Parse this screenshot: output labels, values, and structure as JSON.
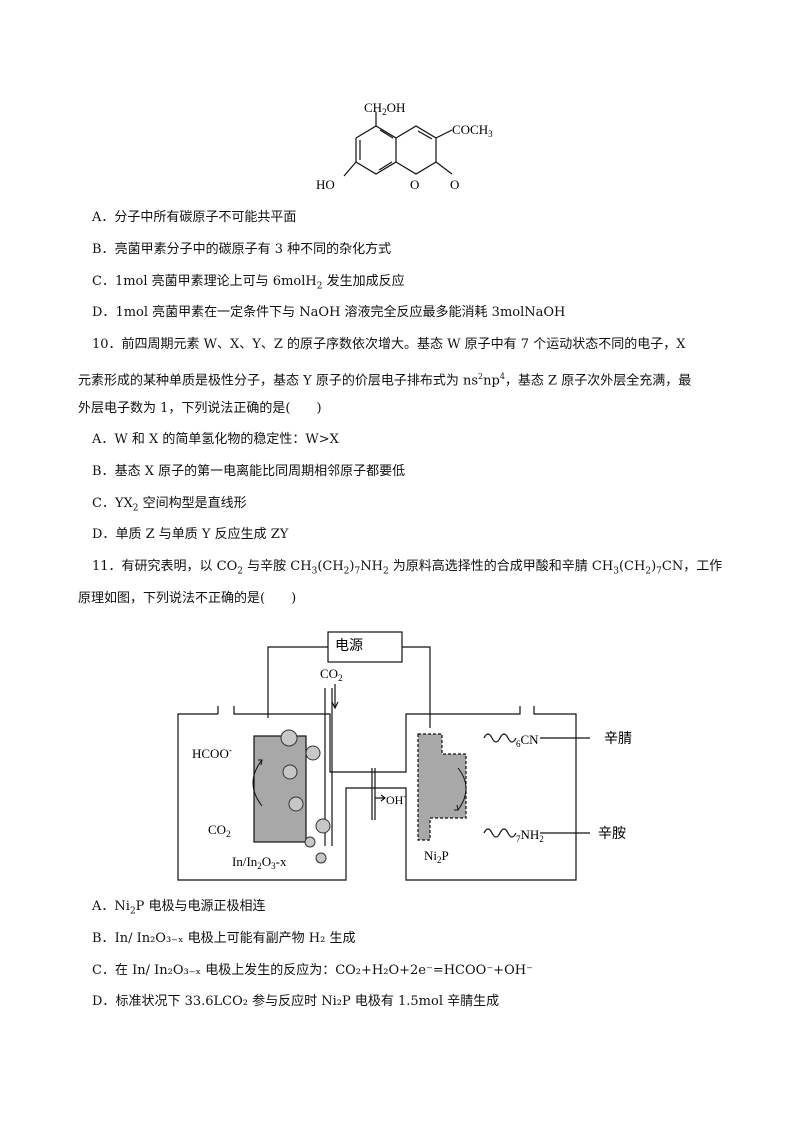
{
  "q9": {
    "structure": {
      "top_group": "CH",
      "top_group_sub": "2",
      "top_group_tail": "OH",
      "right_group": "COCH",
      "right_group_sub": "3",
      "left_group": "HO",
      "ring_o": "O",
      "carbonyl_o": "O"
    },
    "options": [
      {
        "letter": "A．",
        "text": "分子中所有碳原子不可能共平面"
      },
      {
        "letter": "B．",
        "text": "亮菌甲素分子中的碳原子有 3 种不同的杂化方式"
      },
      {
        "letter": "C．",
        "pre": "1mol 亮菌甲素理论上可与 6molH",
        "sub": "2",
        "post": " 发生加成反应"
      },
      {
        "letter": "D．",
        "text": "1mol 亮菌甲素在一定条件下与 NaOH 溶液完全反应最多能消耗 3molNaOH"
      }
    ]
  },
  "q10": {
    "line1_pre": "10．前四周期元素 W、X、Y、Z 的原子序数依次增大。基态 W 原子中有 7 个运动状态不同的电子，X",
    "line2_pre": "元素形成的某种单质是极性分子，基态 Y 原子的价层电子排布式为 ns",
    "line2_sup1": "2",
    "line2_mid": "np",
    "line2_sup2": "4",
    "line2_post": "，基态 Z 原子次外层全充满，最",
    "line3": "外层电子数为 1，下列说法正确的是(　　)",
    "options": [
      {
        "letter": "A．",
        "text": "W 和 X 的简单氢化物的稳定性：W>X"
      },
      {
        "letter": "B．",
        "text": "基态 X 原子的第一电离能比同周期相邻原子都要低"
      },
      {
        "letter": "C．",
        "pre": "YX",
        "sub": "2",
        "post": " 空间构型是直线形"
      },
      {
        "letter": "D．",
        "text": "单质 Z 与单质 Y 反应生成 ZY"
      }
    ]
  },
  "q11": {
    "line1_a": "11．有研究表明，以 CO",
    "line1_sub1": "2",
    "line1_b": " 与辛胺 CH",
    "line1_sub2": "3",
    "line1_c": "(CH",
    "line1_sub3": "2",
    "line1_d": ")",
    "line1_sub4": "7",
    "line1_e": "NH",
    "line1_sub5": "2",
    "line1_f": " 为原料高选择性的合成甲酸和辛腈 CH",
    "line1_sub6": "3",
    "line1_g": "(CH",
    "line1_sub7": "2",
    "line1_h": ")",
    "line1_sub8": "7",
    "line1_i": "CN，工作",
    "line2": "原理如图，下列说法不正确的是(　　)",
    "diagram": {
      "power": "电源",
      "co2_top": "CO",
      "co2_top_sub": "2",
      "hcoo": "HCOO",
      "hcoo_sup": "-",
      "co2_left": "CO",
      "co2_left_sub": "2",
      "electrode_left": "In/In",
      "electrode_left_sub1": "2",
      "electrode_left_mid": "O",
      "electrode_left_sub2": "3",
      "electrode_left_tail": "-x",
      "oh": "OH",
      "oh_sup": "-",
      "ni2p": "Ni",
      "ni2p_sub": "2",
      "ni2p_tail": "P",
      "cn_sub": "6",
      "cn": "CN",
      "nh2_sub": "7",
      "nh2": "NH",
      "nh2_sub2": "2",
      "label_nitrile": "辛腈",
      "label_amine": "辛胺"
    },
    "options": [
      {
        "letter": "A．",
        "pre": "Ni",
        "sub": "2",
        "post": "P 电极与电源正极相连"
      },
      {
        "letter": "B．",
        "text": "In/ In₂O₃₋ₓ 电极上可能有副产物 H₂ 生成"
      },
      {
        "letter": "C．",
        "text": "在 In/ In₂O₃₋ₓ 电极上发生的反应为：CO₂+H₂O+2e⁻=HCOO⁻+OH⁻"
      },
      {
        "letter": "D．",
        "text": "标准状况下 33.6LCO₂ 参与反应时 Ni₂P 电极有 1.5mol 辛腈生成"
      }
    ]
  }
}
